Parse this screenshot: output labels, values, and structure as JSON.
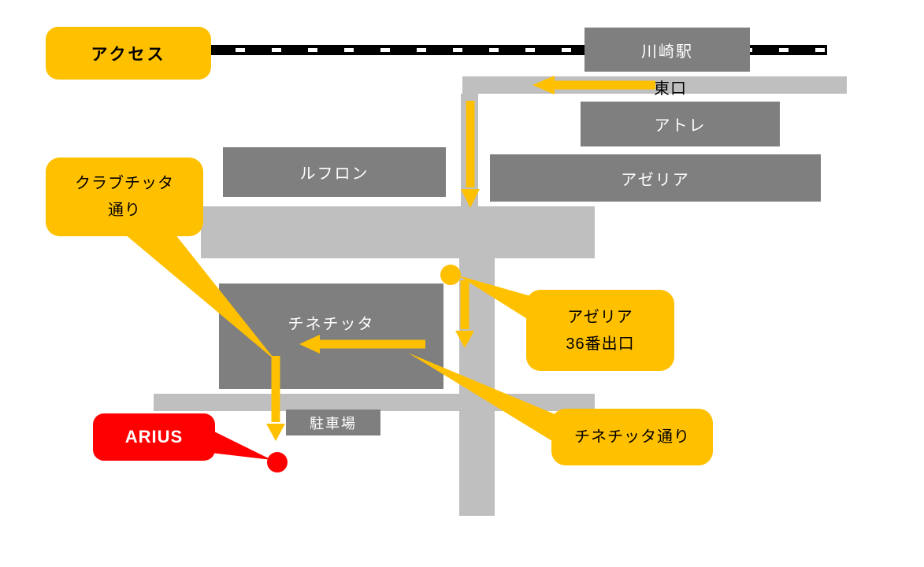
{
  "colors": {
    "accent_yellow": "#FFC000",
    "building_gray": "#7F7F7F",
    "road_gray": "#BFBFBF",
    "railway_black": "#000000",
    "venue_red": "#FF0000"
  },
  "header": {
    "title": "アクセス"
  },
  "railway": {
    "station": "川崎駅",
    "exit": "東口"
  },
  "buildings": {
    "atre": "アトレ",
    "azalea": "アゼリア",
    "lefront": "ルフロン",
    "cinecitta": "チネチッタ",
    "parking": "駐車場"
  },
  "callouts": {
    "club_citta_street": "クラブチッタ\n通り",
    "azalea_exit": "アゼリア\n36番出口",
    "cinecitta_street": "チネチッタ通り"
  },
  "venue": {
    "name": "ARIUS"
  }
}
